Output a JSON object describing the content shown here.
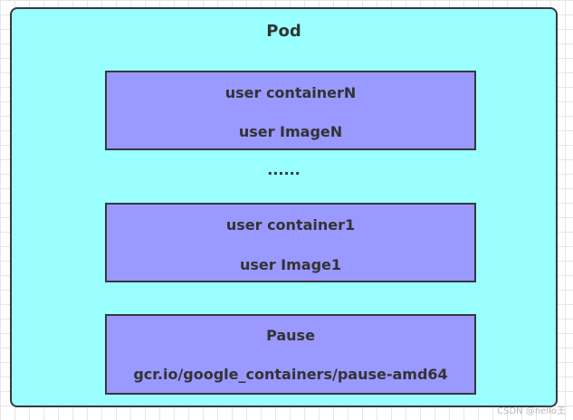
{
  "pod": {
    "title": "Pod",
    "containers": [
      {
        "name": "user containerN",
        "image": "user ImageN"
      },
      {
        "ellipsis": "......"
      },
      {
        "name": "user container1",
        "image": "user Image1"
      },
      {
        "name": "Pause",
        "image": "gcr.io/google_containers/pause-amd64"
      }
    ]
  },
  "watermark": "CSDN @hello王",
  "colors": {
    "pod_fill": "#99ffff",
    "container_fill": "#9999ff",
    "border": "#36393d",
    "text": "#333333"
  }
}
